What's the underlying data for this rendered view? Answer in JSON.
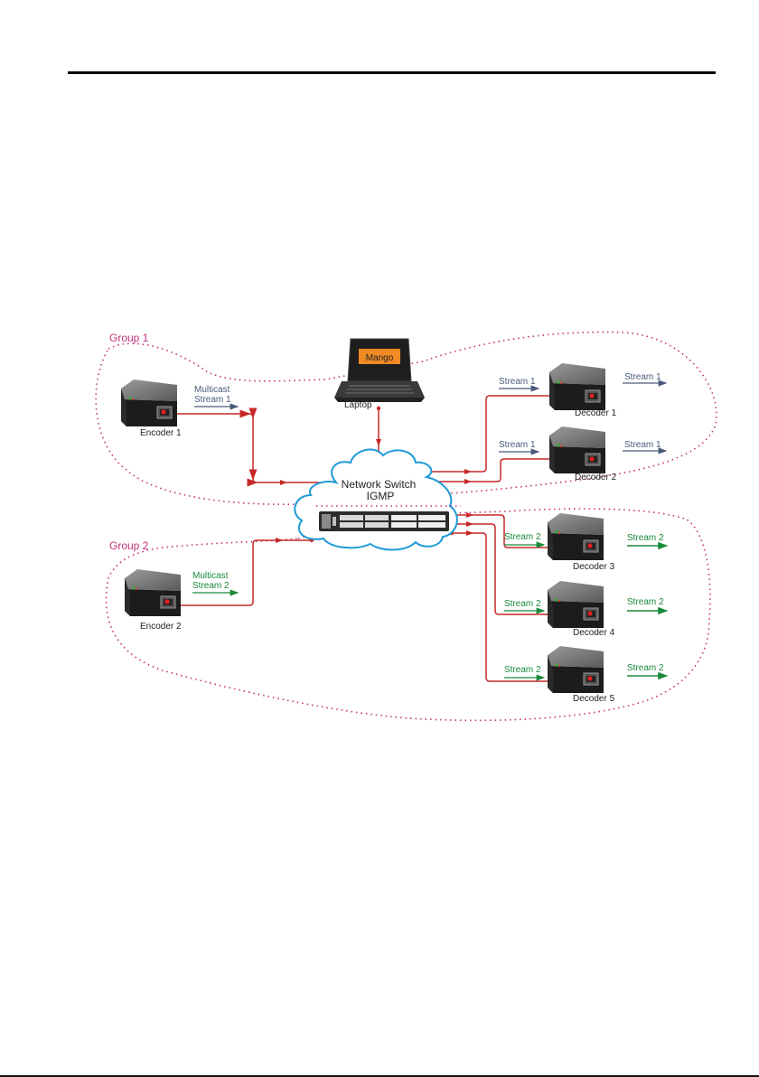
{
  "colors": {
    "group_outline": "#c2317a",
    "stream1": "#4a5a7a",
    "stream2": "#1a8a3a",
    "cable": "#c62828",
    "cloud": "#1e9ad6",
    "laptop_screen": "#f08a24"
  },
  "groups": [
    {
      "label": "Group 1"
    },
    {
      "label": "Group 2"
    }
  ],
  "network": {
    "title_line1": "Network Switch",
    "title_line2": "IGMP"
  },
  "laptop": {
    "label": "Laptop",
    "screen_text": "Mango"
  },
  "encoders": [
    {
      "label": "Encoder 1",
      "stream_line1": "Multicast",
      "stream_line2": "Stream 1"
    },
    {
      "label": "Encoder 2",
      "stream_line1": "Multicast",
      "stream_line2": "Stream 2"
    }
  ],
  "decoders": [
    {
      "label": "Decoder 1",
      "in_stream": "Stream 1",
      "out_stream": "Stream 1"
    },
    {
      "label": "Decoder 2",
      "in_stream": "Stream 1",
      "out_stream": "Stream 1"
    },
    {
      "label": "Decoder 3",
      "in_stream": "Stream 2",
      "out_stream": "Stream 2"
    },
    {
      "label": "Decoder 4",
      "in_stream": "Stream 2",
      "out_stream": "Stream 2"
    },
    {
      "label": "Decoder 5",
      "in_stream": "Stream 2",
      "out_stream": "Stream 2"
    }
  ]
}
